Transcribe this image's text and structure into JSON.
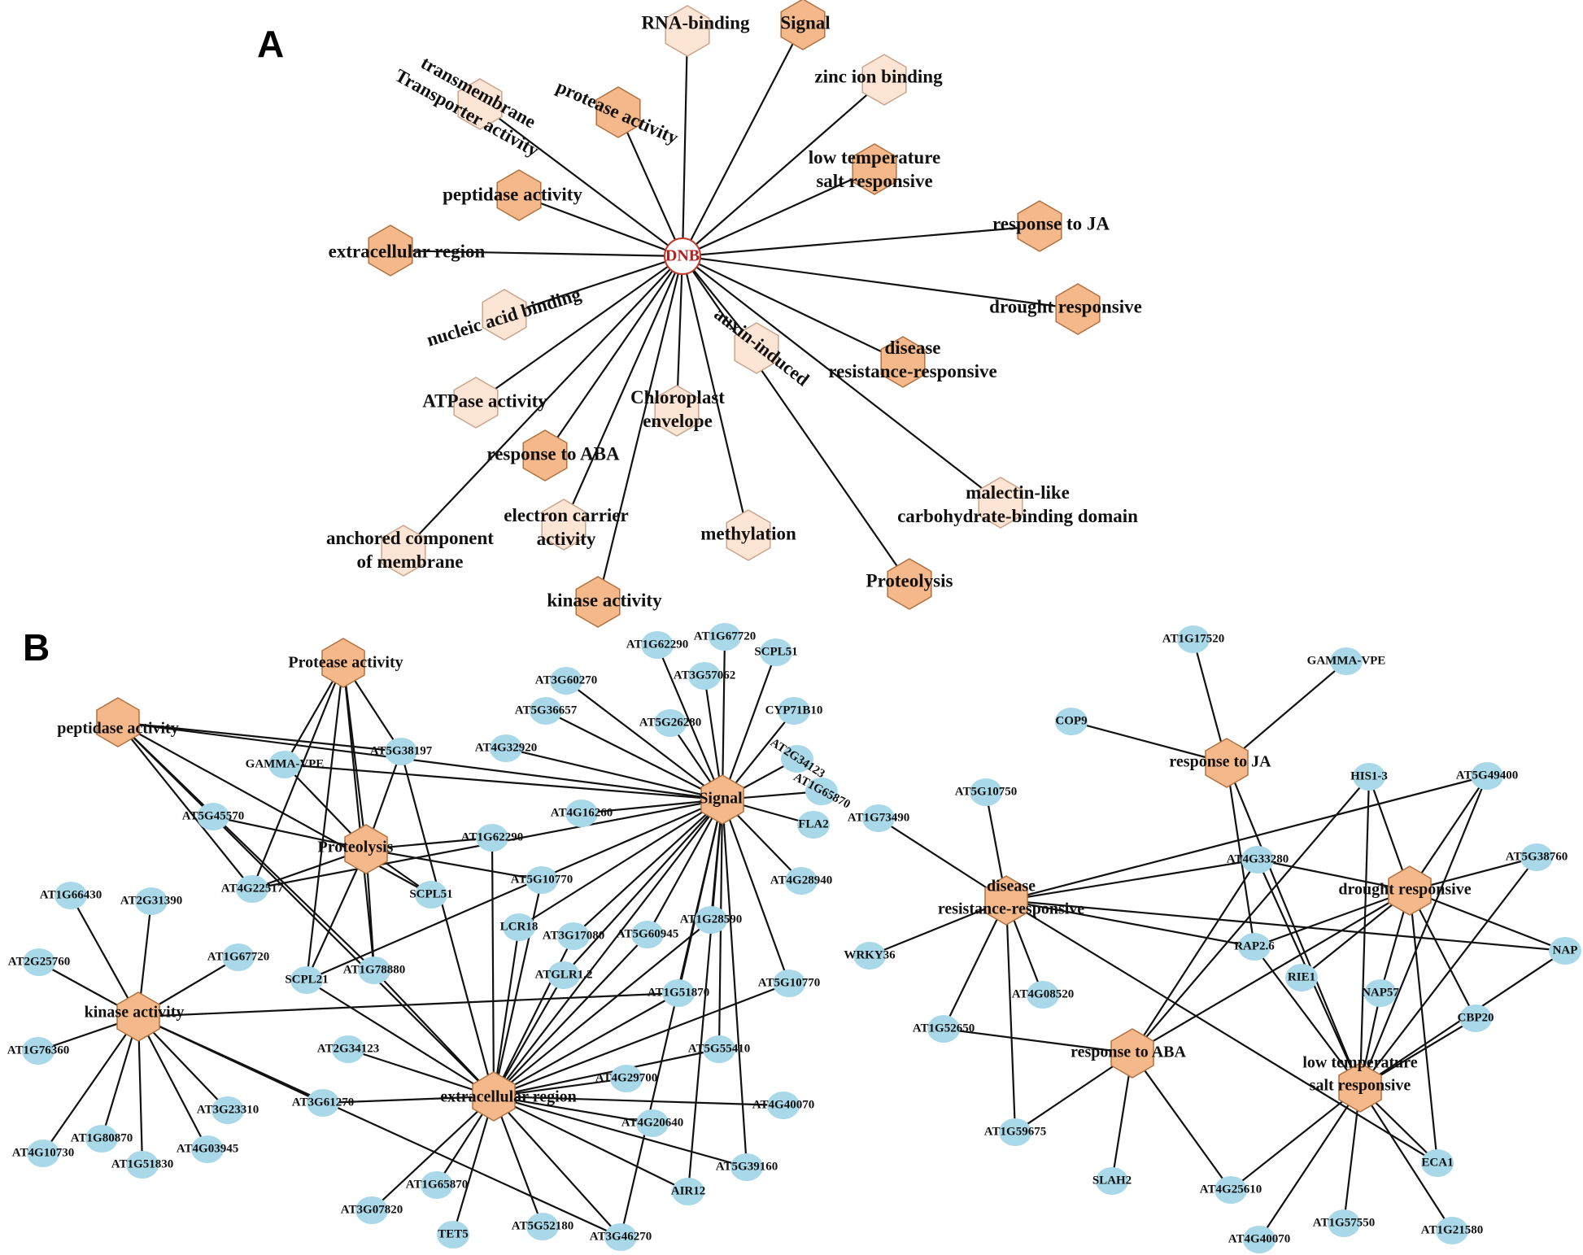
{
  "colors": {
    "dark": "#f5b88a",
    "light": "#fde5d5",
    "gene": "#a9d8e8",
    "hub_text": "#b22222",
    "line": "#111111",
    "stroke": "#b0703f",
    "light_stroke": "#c9a38a"
  },
  "panels": [
    {
      "id": "A",
      "label": "A"
    },
    {
      "id": "B",
      "label": "B"
    }
  ],
  "panelA": {
    "hub": {
      "id": "DNB",
      "label": "DNB"
    },
    "nodes": [
      {
        "id": "RNA-binding",
        "label": [
          "RNA-binding"
        ],
        "shade": "light"
      },
      {
        "id": "Signal",
        "label": [
          "Signal"
        ],
        "shade": "dark"
      },
      {
        "id": "zinc",
        "label": [
          "zinc ion binding"
        ],
        "shade": "light"
      },
      {
        "id": "transmembrane",
        "label": [
          "transmembrane",
          "Transporter activity"
        ],
        "shade": "light"
      },
      {
        "id": "protease",
        "label": [
          "protease activity"
        ],
        "shade": "dark"
      },
      {
        "id": "lowtemp",
        "label": [
          "low temperature",
          "salt responsive"
        ],
        "shade": "dark"
      },
      {
        "id": "peptidase",
        "label": [
          "peptidase activity"
        ],
        "shade": "dark"
      },
      {
        "id": "JA",
        "label": [
          "response to JA"
        ],
        "shade": "dark"
      },
      {
        "id": "extracellular",
        "label": [
          "extracellular region"
        ],
        "shade": "dark"
      },
      {
        "id": "drought",
        "label": [
          "drought responsive"
        ],
        "shade": "dark"
      },
      {
        "id": "nucleic",
        "label": [
          "nucleic acid binding"
        ],
        "shade": "light"
      },
      {
        "id": "auxin",
        "label": [
          "auxin-induced"
        ],
        "shade": "light"
      },
      {
        "id": "disease",
        "label": [
          "disease",
          "resistance-responsive"
        ],
        "shade": "dark"
      },
      {
        "id": "ATPase",
        "label": [
          "ATPase activity"
        ],
        "shade": "light"
      },
      {
        "id": "chloroplast",
        "label": [
          "Chloroplast",
          "envelope"
        ],
        "shade": "light"
      },
      {
        "id": "ABA",
        "label": [
          "response to ABA"
        ],
        "shade": "dark"
      },
      {
        "id": "malectin",
        "label": [
          "malectin-like",
          "carbohydrate-binding domain"
        ],
        "shade": "light"
      },
      {
        "id": "electron",
        "label": [
          "electron carrier",
          "activity"
        ],
        "shade": "light"
      },
      {
        "id": "anchored",
        "label": [
          "anchored component",
          "of membrane"
        ],
        "shade": "light"
      },
      {
        "id": "methylation",
        "label": [
          "methylation"
        ],
        "shade": "light"
      },
      {
        "id": "Proteolysis",
        "label": [
          "Proteolysis"
        ],
        "shade": "dark"
      },
      {
        "id": "kinase",
        "label": [
          "kinase activity"
        ],
        "shade": "dark"
      }
    ]
  },
  "panelB": {
    "terms": [
      {
        "id": "T_protease",
        "label": "Protease activity"
      },
      {
        "id": "T_peptidase",
        "label": "peptidase activity"
      },
      {
        "id": "T_proteolysis",
        "label": "Proteolysis"
      },
      {
        "id": "T_signal",
        "label": "Signal"
      },
      {
        "id": "T_kinase",
        "label": "kinase activity"
      },
      {
        "id": "T_extra",
        "label": "extracellular region"
      },
      {
        "id": "T_JA",
        "label": "response to JA"
      },
      {
        "id": "T_disease",
        "label": [
          "disease",
          "resistance-responsive"
        ]
      },
      {
        "id": "T_drought",
        "label": "drought responsive"
      },
      {
        "id": "T_ABA",
        "label": "response to ABA"
      },
      {
        "id": "T_lowtemp",
        "label": [
          "low temperature",
          "salt responsive"
        ]
      }
    ],
    "genes": [
      {
        "id": "g_AT1G62290a",
        "label": "AT1G62290"
      },
      {
        "id": "g_AT1G67720a",
        "label": "AT1G67720"
      },
      {
        "id": "g_SCPL51a",
        "label": "SCPL51"
      },
      {
        "id": "g_AT3G60270",
        "label": "AT3G60270"
      },
      {
        "id": "g_AT3G57062",
        "label": "AT3G57062"
      },
      {
        "id": "g_AT5G36657",
        "label": "AT5G36657"
      },
      {
        "id": "g_CYP71B10",
        "label": "CYP71B10"
      },
      {
        "id": "g_AT5G26280",
        "label": "AT5G26280"
      },
      {
        "id": "g_AT4G32920",
        "label": "AT4G32920"
      },
      {
        "id": "g_AT2G34123a",
        "label": "AT2G34123"
      },
      {
        "id": "g_AT1G65870a",
        "label": "AT1G65870"
      },
      {
        "id": "g_AT4G16260",
        "label": "AT4G16260"
      },
      {
        "id": "g_FLA2",
        "label": "FLA2"
      },
      {
        "id": "g_AT5G38197",
        "label": "AT5G38197"
      },
      {
        "id": "g_GAMMA-VPEb",
        "label": "GAMMA-VPE"
      },
      {
        "id": "g_AT5G45570",
        "label": "AT5G45570"
      },
      {
        "id": "g_AT1G62290b",
        "label": "AT1G62290"
      },
      {
        "id": "g_AT4G28940",
        "label": "AT4G28940"
      },
      {
        "id": "g_AT5G10770a",
        "label": "AT5G10770"
      },
      {
        "id": "g_AT4G22517",
        "label": "AT4G22517"
      },
      {
        "id": "g_SCPL51b",
        "label": "SCPL51"
      },
      {
        "id": "g_LCR18",
        "label": "LCR18"
      },
      {
        "id": "g_AT3G17080",
        "label": "AT3G17080"
      },
      {
        "id": "g_AT5G60945",
        "label": "AT5G60945"
      },
      {
        "id": "g_AT1G28590",
        "label": "AT1G28590"
      },
      {
        "id": "g_AT1G66430",
        "label": "AT1G66430"
      },
      {
        "id": "g_AT2G31390",
        "label": "AT2G31390"
      },
      {
        "id": "g_AT1G67720b",
        "label": "AT1G67720"
      },
      {
        "id": "g_AT1G78880",
        "label": "AT1G78880"
      },
      {
        "id": "g_ATGLR1.2",
        "label": "ATGLR1.2"
      },
      {
        "id": "g_AT2G25760",
        "label": "AT2G25760"
      },
      {
        "id": "g_SCPL21",
        "label": "SCPL21"
      },
      {
        "id": "g_AT1G51870",
        "label": "AT1G51870"
      },
      {
        "id": "g_AT5G10770b",
        "label": "AT5G10770"
      },
      {
        "id": "g_AT1G76360",
        "label": "AT1G76360"
      },
      {
        "id": "g_AT2G34123b",
        "label": "AT2G34123"
      },
      {
        "id": "g_AT5G55410",
        "label": "AT5G55410"
      },
      {
        "id": "g_AT4G29700",
        "label": "AT4G29700"
      },
      {
        "id": "g_AT3G23310",
        "label": "AT3G23310"
      },
      {
        "id": "g_AT3G61270",
        "label": "AT3G61270"
      },
      {
        "id": "g_AT4G40070a",
        "label": "AT4G40070"
      },
      {
        "id": "g_AT1G80870",
        "label": "AT1G80870"
      },
      {
        "id": "g_AT4G03945",
        "label": "AT4G03945"
      },
      {
        "id": "g_AT4G20640",
        "label": "AT4G20640"
      },
      {
        "id": "g_AT4G10730",
        "label": "AT4G10730"
      },
      {
        "id": "g_AT1G51830",
        "label": "AT1G51830"
      },
      {
        "id": "g_AT5G39160",
        "label": "AT5G39160"
      },
      {
        "id": "g_AT1G65870b",
        "label": "AT1G65870"
      },
      {
        "id": "g_AIR12",
        "label": "AIR12"
      },
      {
        "id": "g_AT3G07820",
        "label": "AT3G07820"
      },
      {
        "id": "g_AT5G52180",
        "label": "AT5G52180"
      },
      {
        "id": "g_TET5",
        "label": "TET5"
      },
      {
        "id": "g_AT3G46270",
        "label": "AT3G46270"
      },
      {
        "id": "g_AT1G17520",
        "label": "AT1G17520"
      },
      {
        "id": "g_GAMMA-VPEr",
        "label": "GAMMA-VPE"
      },
      {
        "id": "g_COP9",
        "label": "COP9"
      },
      {
        "id": "g_AT5G10750",
        "label": "AT5G10750"
      },
      {
        "id": "g_HIS1-3",
        "label": "HIS1-3"
      },
      {
        "id": "g_AT5G49400",
        "label": "AT5G49400"
      },
      {
        "id": "g_AT1G73490",
        "label": "AT1G73490"
      },
      {
        "id": "g_AT4G33280",
        "label": "AT4G33280"
      },
      {
        "id": "g_AT5G38760",
        "label": "AT5G38760"
      },
      {
        "id": "g_WRKY36",
        "label": "WRKY36"
      },
      {
        "id": "g_RAP2.6",
        "label": "RAP2.6"
      },
      {
        "id": "g_NAP",
        "label": "NAP"
      },
      {
        "id": "g_RIE1",
        "label": "RIE1"
      },
      {
        "id": "g_NAP57",
        "label": "NAP57"
      },
      {
        "id": "g_AT4G08520",
        "label": "AT4G08520"
      },
      {
        "id": "g_CBP20",
        "label": "CBP20"
      },
      {
        "id": "g_AT1G52650",
        "label": "AT1G52650"
      },
      {
        "id": "g_AT1G59675",
        "label": "AT1G59675"
      },
      {
        "id": "g_ECA1",
        "label": "ECA1"
      },
      {
        "id": "g_SLAH2",
        "label": "SLAH2"
      },
      {
        "id": "g_AT4G25610",
        "label": "AT4G25610"
      },
      {
        "id": "g_AT1G57550",
        "label": "AT1G57550"
      },
      {
        "id": "g_AT1G21580",
        "label": "AT1G21580"
      },
      {
        "id": "g_AT4G40070b",
        "label": "AT4G40070"
      }
    ],
    "edges": [
      [
        "T_protease",
        "T_proteolysis"
      ],
      [
        "T_protease",
        "g_GAMMA-VPEb"
      ],
      [
        "T_protease",
        "g_AT5G38197"
      ],
      [
        "T_protease",
        "g_AT4G22517"
      ],
      [
        "T_protease",
        "g_AT1G78880"
      ],
      [
        "T_protease",
        "g_SCPL21"
      ],
      [
        "T_peptidase",
        "g_AT5G38197"
      ],
      [
        "T_peptidase",
        "g_AT5G45570"
      ],
      [
        "T_peptidase",
        "g_AT4G22517"
      ],
      [
        "T_peptidase",
        "g_AT1G78880"
      ],
      [
        "T_peptidase",
        "g_SCPL51b"
      ],
      [
        "T_peptidase",
        "T_signal"
      ],
      [
        "T_proteolysis",
        "g_GAMMA-VPEb"
      ],
      [
        "T_proteolysis",
        "g_AT5G45570"
      ],
      [
        "T_proteolysis",
        "g_AT5G38197"
      ],
      [
        "T_proteolysis",
        "g_AT1G62290b"
      ],
      [
        "T_proteolysis",
        "g_AT4G22517"
      ],
      [
        "T_proteolysis",
        "g_SCPL51b"
      ],
      [
        "T_proteolysis",
        "g_AT1G78880"
      ],
      [
        "T_proteolysis",
        "g_SCPL21"
      ],
      [
        "T_proteolysis",
        "g_AT5G10770a"
      ],
      [
        "T_signal",
        "g_AT1G62290a"
      ],
      [
        "T_signal",
        "g_AT1G67720a"
      ],
      [
        "T_signal",
        "g_SCPL51a"
      ],
      [
        "T_signal",
        "g_AT3G60270"
      ],
      [
        "T_signal",
        "g_AT3G57062"
      ],
      [
        "T_signal",
        "g_AT5G36657"
      ],
      [
        "T_signal",
        "g_CYP71B10"
      ],
      [
        "T_signal",
        "g_AT5G26280"
      ],
      [
        "T_signal",
        "g_AT4G32920"
      ],
      [
        "T_signal",
        "g_AT2G34123a"
      ],
      [
        "T_signal",
        "g_AT1G65870a"
      ],
      [
        "T_signal",
        "g_AT4G16260"
      ],
      [
        "T_signal",
        "g_FLA2"
      ],
      [
        "T_signal",
        "g_AT4G28940"
      ],
      [
        "T_signal",
        "g_GAMMA-VPEb"
      ],
      [
        "T_signal",
        "g_AT4G22517"
      ],
      [
        "T_signal",
        "g_SCPL21"
      ],
      [
        "T_signal",
        "g_LCR18"
      ],
      [
        "T_signal",
        "g_AT3G17080"
      ],
      [
        "T_signal",
        "g_AT5G60945"
      ],
      [
        "T_signal",
        "g_AT1G28590"
      ],
      [
        "T_signal",
        "g_ATGLR1.2"
      ],
      [
        "T_signal",
        "g_AT1G51870"
      ],
      [
        "T_signal",
        "g_AT5G10770b"
      ],
      [
        "T_signal",
        "g_AT5G55410"
      ],
      [
        "T_signal",
        "g_AT5G39160"
      ],
      [
        "T_signal",
        "g_AIR12"
      ],
      [
        "T_signal",
        "g_AT3G46270"
      ],
      [
        "T_signal",
        "T_extra"
      ],
      [
        "T_kinase",
        "g_AT1G66430"
      ],
      [
        "T_kinase",
        "g_AT2G31390"
      ],
      [
        "T_kinase",
        "g_AT1G67720b"
      ],
      [
        "T_kinase",
        "g_AT2G25760"
      ],
      [
        "T_kinase",
        "g_AT1G76360"
      ],
      [
        "T_kinase",
        "g_AT3G23310"
      ],
      [
        "T_kinase",
        "g_AT1G80870"
      ],
      [
        "T_kinase",
        "g_AT4G10730"
      ],
      [
        "T_kinase",
        "g_AT1G51830"
      ],
      [
        "T_kinase",
        "g_AT4G03945"
      ],
      [
        "T_kinase",
        "g_AT1G51870"
      ],
      [
        "T_kinase",
        "g_AT3G61270"
      ],
      [
        "T_kinase",
        "g_AT3G46270"
      ],
      [
        "T_extra",
        "g_AT1G62290b"
      ],
      [
        "T_extra",
        "g_AT5G38197"
      ],
      [
        "T_extra",
        "g_AT5G45570"
      ],
      [
        "T_extra",
        "g_AT5G10770a"
      ],
      [
        "T_extra",
        "g_LCR18"
      ],
      [
        "T_extra",
        "g_AT3G17080"
      ],
      [
        "T_extra",
        "g_AT5G60945"
      ],
      [
        "T_extra",
        "g_AT1G28590"
      ],
      [
        "T_extra",
        "g_ATGLR1.2"
      ],
      [
        "T_extra",
        "g_AT1G51870"
      ],
      [
        "T_extra",
        "g_AT5G10770b"
      ],
      [
        "T_extra",
        "g_AT2G34123b"
      ],
      [
        "T_extra",
        "g_AT5G55410"
      ],
      [
        "T_extra",
        "g_AT4G29700"
      ],
      [
        "T_extra",
        "g_AT3G61270"
      ],
      [
        "T_extra",
        "g_AT4G40070a"
      ],
      [
        "T_extra",
        "g_AT4G20640"
      ],
      [
        "T_extra",
        "g_AT5G39160"
      ],
      [
        "T_extra",
        "g_AT1G65870b"
      ],
      [
        "T_extra",
        "g_AIR12"
      ],
      [
        "T_extra",
        "g_AT3G07820"
      ],
      [
        "T_extra",
        "g_AT5G52180"
      ],
      [
        "T_extra",
        "g_TET5"
      ],
      [
        "T_extra",
        "g_AT3G46270"
      ],
      [
        "T_extra",
        "g_SCPL21"
      ],
      [
        "T_extra",
        "g_AT1G78880"
      ],
      [
        "T_JA",
        "g_AT1G17520"
      ],
      [
        "T_JA",
        "g_GAMMA-VPEr"
      ],
      [
        "T_JA",
        "g_COP9"
      ],
      [
        "T_JA",
        "g_RAP2.6"
      ],
      [
        "T_JA",
        "T_lowtemp"
      ],
      [
        "T_disease",
        "g_AT5G10750"
      ],
      [
        "T_disease",
        "g_AT1G73490"
      ],
      [
        "T_disease",
        "g_WRKY36"
      ],
      [
        "T_disease",
        "g_AT4G08520"
      ],
      [
        "T_disease",
        "g_AT1G52650"
      ],
      [
        "T_disease",
        "g_AT1G59675"
      ],
      [
        "T_disease",
        "g_AT5G49400"
      ],
      [
        "T_disease",
        "g_AT4G33280"
      ],
      [
        "T_disease",
        "g_RAP2.6"
      ],
      [
        "T_disease",
        "g_NAP"
      ],
      [
        "T_disease",
        "g_ECA1"
      ],
      [
        "T_drought",
        "g_HIS1-3"
      ],
      [
        "T_drought",
        "g_AT5G49400"
      ],
      [
        "T_drought",
        "g_AT4G33280"
      ],
      [
        "T_drought",
        "g_AT5G38760"
      ],
      [
        "T_drought",
        "g_NAP"
      ],
      [
        "T_drought",
        "g_RIE1"
      ],
      [
        "T_drought",
        "g_NAP57"
      ],
      [
        "T_drought",
        "g_CBP20"
      ],
      [
        "T_drought",
        "g_RAP2.6"
      ],
      [
        "T_drought",
        "g_ECA1"
      ],
      [
        "T_drought",
        "T_ABA"
      ],
      [
        "T_ABA",
        "g_HIS1-3"
      ],
      [
        "T_ABA",
        "g_AT4G33280"
      ],
      [
        "T_ABA",
        "g_AT1G52650"
      ],
      [
        "T_ABA",
        "g_AT1G59675"
      ],
      [
        "T_ABA",
        "g_SLAH2"
      ],
      [
        "T_ABA",
        "g_AT4G25610"
      ],
      [
        "T_lowtemp",
        "g_HIS1-3"
      ],
      [
        "T_lowtemp",
        "g_AT5G49400"
      ],
      [
        "T_lowtemp",
        "g_AT4G33280"
      ],
      [
        "T_lowtemp",
        "g_AT5G38760"
      ],
      [
        "T_lowtemp",
        "g_RAP2.6"
      ],
      [
        "T_lowtemp",
        "g_NAP"
      ],
      [
        "T_lowtemp",
        "g_NAP57"
      ],
      [
        "T_lowtemp",
        "g_CBP20"
      ],
      [
        "T_lowtemp",
        "g_AT4G25610"
      ],
      [
        "T_lowtemp",
        "g_AT1G57550"
      ],
      [
        "T_lowtemp",
        "g_AT1G21580"
      ],
      [
        "T_lowtemp",
        "g_ECA1"
      ],
      [
        "T_lowtemp",
        "g_AT4G40070b"
      ]
    ]
  }
}
